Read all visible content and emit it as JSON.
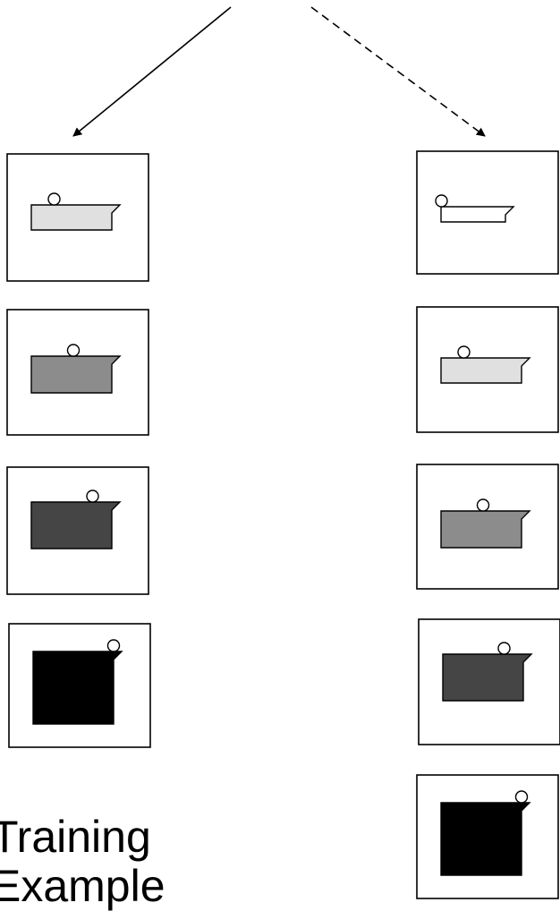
{
  "caption": {
    "line1": "Training",
    "line2": "Example"
  },
  "arrows": [
    {
      "style": "solid"
    },
    {
      "style": "dashed"
    }
  ],
  "sequences": [
    {
      "column": "left",
      "fills": [
        "#e0e0e0",
        "#8c8c8c",
        "#454545",
        "#000000"
      ]
    },
    {
      "column": "right",
      "fills": [
        "#ffffff",
        "#e0e0e0",
        "#8c8c8c",
        "#454545",
        "#000000"
      ]
    }
  ]
}
